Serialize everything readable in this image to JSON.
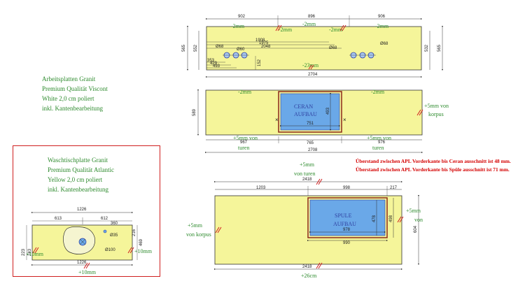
{
  "specs": {
    "top": [
      "Arbeitsplatten Granit",
      "Premium Qualität Viscont",
      "White 2,0 cm poliert",
      "inkl. Kantenbearbeitung"
    ],
    "washbasin": [
      "Waschtischplatte Granit",
      "Premium Qualität Atlantic",
      "Yellow 2,0 cm poliert",
      "inkl. Kantenbearbeitung"
    ]
  },
  "overhang_notes": [
    "Überstand zwischen APL Vorderkante bis Ceran ausschnitt ist 48 mm.",
    "Überstand zwischen APL Vorderkante bis Spüle ausschnitt ist 71 mm."
  ],
  "panel1": {
    "top_dims": [
      "902",
      "896",
      "906"
    ],
    "right_dims": [
      "532",
      "565"
    ],
    "left_dims": [
      "565",
      "552"
    ],
    "inner_dims": [
      "1908",
      "1975",
      "2048",
      "353",
      "429",
      "493"
    ],
    "holes": [
      "Ø68",
      "Ø60",
      "Ø68",
      "Ø68"
    ],
    "small_dim": "152",
    "edge_notes": [
      "-2mm",
      "-2mm",
      "-2mm",
      "-2mm",
      "-2mm"
    ],
    "bottom_note": "-23mm",
    "bottom_dim": "2704"
  },
  "panel2": {
    "edge_notes": [
      "-2mm",
      "-2mm"
    ],
    "left_dim": "589",
    "cut_label": [
      "CERAN",
      "AUFBAU"
    ],
    "cut_w": "751",
    "cut_h": "493",
    "right_note": [
      "+5mm von",
      "korpus"
    ],
    "bottom_dims": [
      "967",
      "765",
      "976"
    ],
    "total": "2708",
    "left_note": [
      "+5mm von",
      "turen"
    ],
    "right_bottom_note": [
      "+5mm von",
      "turen"
    ]
  },
  "panel3": {
    "top_note": [
      "+5mm",
      "von turen"
    ],
    "top_total": "2418",
    "top_dims": [
      "1203",
      "998",
      "217"
    ],
    "cut_label": [
      "SPULE",
      "AUFBAU"
    ],
    "cut_inner": "978",
    "cut_outer": "990",
    "cut_h_in": "478",
    "cut_h_out": "498",
    "right_dim": "604",
    "left_note": [
      "+5mm",
      "von korpus"
    ],
    "right_note": [
      "+5mm",
      "von"
    ],
    "bottom_total": "2418",
    "bottom_note": "+26cm"
  },
  "panel4": {
    "top_dim": "1226",
    "dims": [
      "613",
      "612",
      "360"
    ],
    "holes": [
      "Ø35",
      "Ø100"
    ],
    "left_dims": [
      "223",
      "243"
    ],
    "right_dims": [
      "216",
      "469"
    ],
    "left_note": "+10mm",
    "right_note": "+10mm",
    "bottom_dim": "1226",
    "bottom_note": "+10mm"
  }
}
